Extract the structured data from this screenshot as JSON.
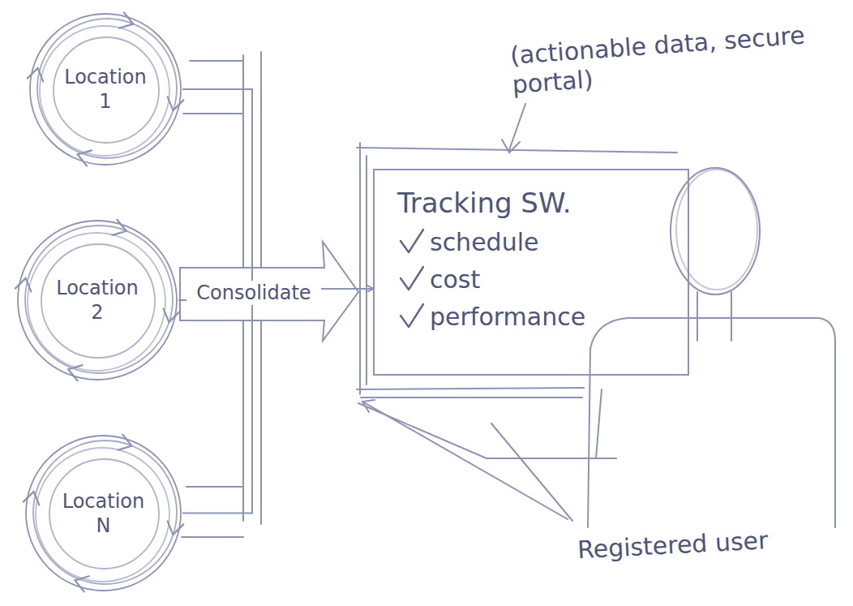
{
  "diagram": {
    "nodes": [
      {
        "text": [
          "Location 1"
        ]
      },
      {
        "text": [
          "Location 2"
        ]
      },
      {
        "text": [
          "Location N"
        ]
      },
      {
        "text": [
          "Tracking SW.",
          "schedule",
          "cost",
          "performance"
        ]
      }
    ],
    "edges": [
      {
        "from": 0,
        "to": 3,
        "arrow": "to"
      },
      {
        "from": 1,
        "to": 3,
        "arrow": "to",
        "label": "Consolidate"
      },
      {
        "from": 2,
        "to": 3,
        "arrow": "to"
      }
    ],
    "labels": [
      "(actionable data, secure portal)",
      "Registered user"
    ]
  }
}
